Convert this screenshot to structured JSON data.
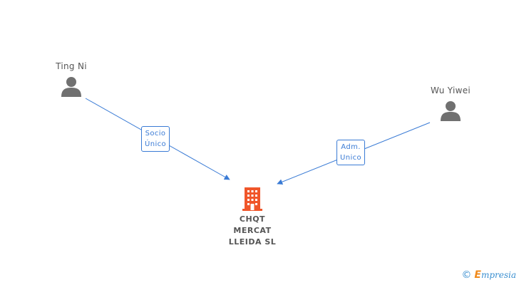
{
  "nodes": {
    "person_left": {
      "name": "Ting Ni",
      "icon": "person-icon"
    },
    "person_right": {
      "name": "Wu Yiwei",
      "icon": "person-icon"
    },
    "company": {
      "name_lines": [
        "CHQT",
        "MERCAT",
        "LLEIDA SL"
      ],
      "icon": "building-icon"
    }
  },
  "edges": {
    "left": {
      "label_lines": [
        "Socio",
        "Único"
      ]
    },
    "right": {
      "label_lines": [
        "Adm.",
        "Unico"
      ]
    }
  },
  "colors": {
    "edge": "#3a7bd5",
    "person_icon": "#707070",
    "building_icon": "#f0562a",
    "text": "#555555"
  },
  "brand": {
    "copyright": "©",
    "e": "E",
    "rest": "mpresia"
  }
}
